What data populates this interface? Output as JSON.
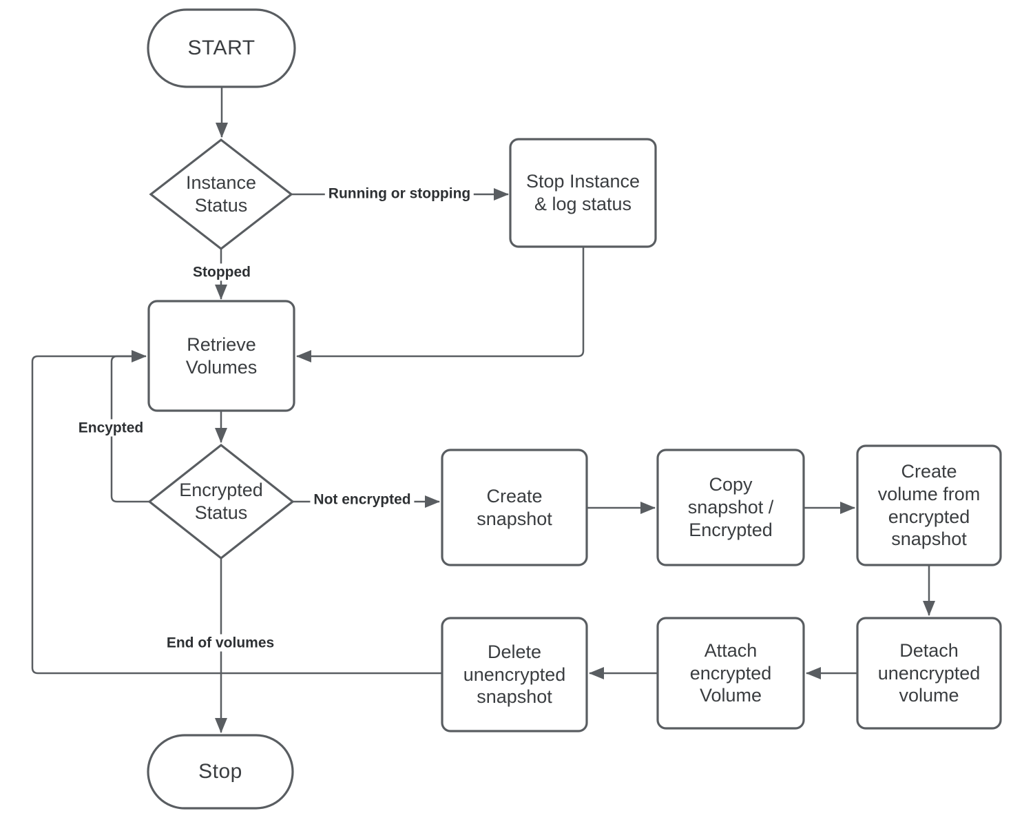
{
  "nodes": {
    "start": {
      "label": "START",
      "shape": "terminator"
    },
    "instance_status": {
      "label": "Instance\nStatus",
      "shape": "decision"
    },
    "stop_instance": {
      "label": "Stop Instance\n& log status",
      "shape": "process"
    },
    "retrieve_volumes": {
      "label": "Retrieve\nVolumes",
      "shape": "process"
    },
    "encrypted_status": {
      "label": "Encrypted\nStatus",
      "shape": "decision"
    },
    "create_snapshot": {
      "label": "Create\nsnapshot",
      "shape": "process"
    },
    "copy_snapshot": {
      "label": "Copy\nsnapshot /\nEncrypted",
      "shape": "process"
    },
    "create_volume": {
      "label": "Create\nvolume from\nencrypted\nsnapshot",
      "shape": "process"
    },
    "detach_volume": {
      "label": "Detach\nunencrypted\nvolume",
      "shape": "process"
    },
    "attach_volume": {
      "label": "Attach\nencrypted\nVolume",
      "shape": "process"
    },
    "delete_snapshot": {
      "label": "Delete\nunencrypted\nsnapshot",
      "shape": "process"
    },
    "stop": {
      "label": "Stop",
      "shape": "terminator"
    }
  },
  "edge_labels": {
    "running_or_stopping": "Running or stopping",
    "stopped": "Stopped",
    "encypted": "Encypted",
    "not_encrypted": "Not encrypted",
    "end_of_volumes": "End of volumes"
  },
  "colors": {
    "background": "#ffffff",
    "shape_fill": "#ffffff",
    "stroke": "#595d61",
    "node_text": "#3a3d40",
    "edge_label_text": "#2d3033"
  }
}
